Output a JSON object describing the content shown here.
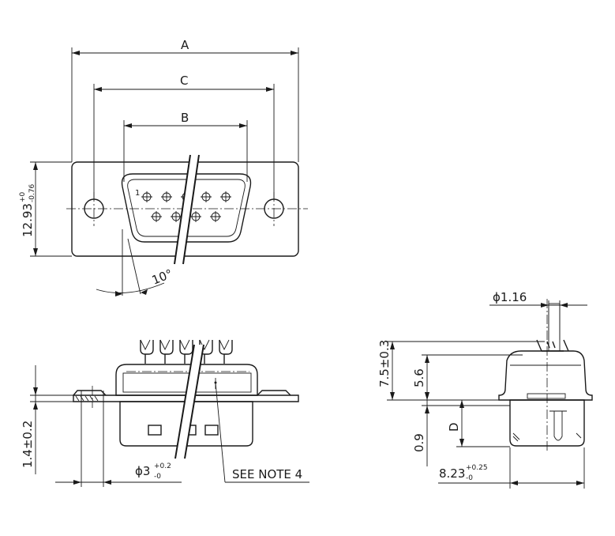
{
  "dimensions": {
    "a": "A",
    "b": "B",
    "c": "C",
    "d": "D",
    "height_main": "12.93",
    "height_tol_up": "+0",
    "height_tol_down": "-0.76",
    "angle": "10°",
    "pin_one": "1",
    "thickness": "1.4±0.2",
    "hole_main": "ϕ3",
    "hole_tol_up": "+0.2",
    "hole_tol_down": "-0",
    "note": "SEE NOTE 4",
    "pin_diameter": "ϕ1.16",
    "total_height": "7.5±0.3",
    "body_height": "5.6",
    "gap": "0.9",
    "width_main": "8.23",
    "width_tol_up": "+0.25",
    "width_tol_down": "-0"
  }
}
